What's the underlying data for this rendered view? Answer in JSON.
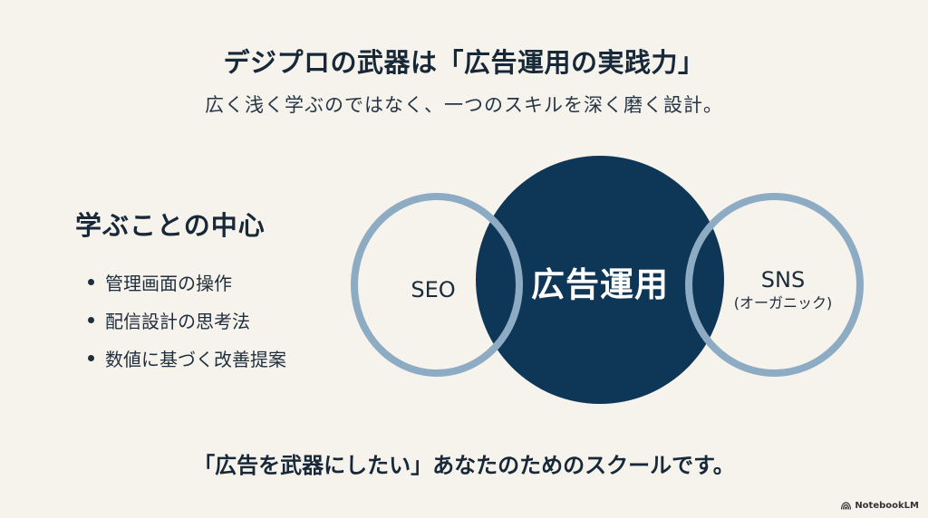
{
  "slide": {
    "title": "デジプロの武器は「広告運用の実践力」",
    "subtitle": "広く浅く学ぶのではなく、一つのスキルを深く磨く設計。",
    "learning_focus": {
      "heading": "学ぶことの中心",
      "items": [
        "管理画面の操作",
        "配信設計の思考法",
        "数値に基づく改善提案"
      ]
    },
    "venn": {
      "left_label": "SEO",
      "center_label": "広告運用",
      "right_label": "SNS",
      "right_sublabel": "(オーガニック)"
    },
    "tagline": "「広告を武器にしたい」あなたのためのスクールです。",
    "branding": "NotebookLM"
  },
  "colors": {
    "background": "#f6f3ed",
    "text_dark": "#172838",
    "core_circle": "#0e3656",
    "ring": "#8eabc4"
  }
}
